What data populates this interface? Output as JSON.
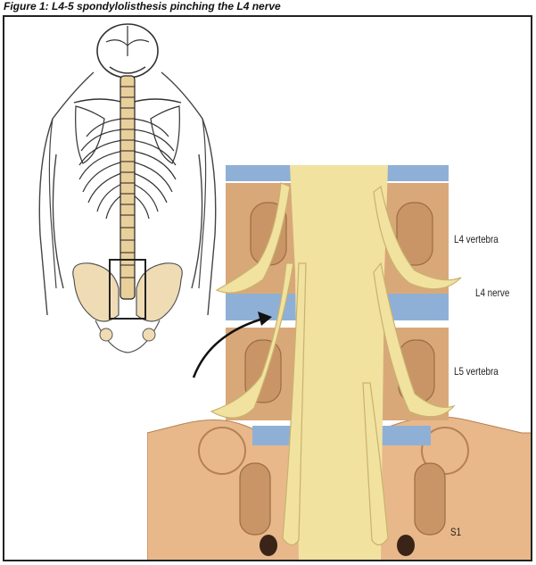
{
  "caption": "Figure 1: L4-5 spondylolisthesis pinching the L4 nerve",
  "labels": {
    "l4_vertebra": "L4 vertebra",
    "l4_nerve": "L4 nerve",
    "l5_vertebra": "L5 vertebra",
    "s1": "S1"
  },
  "colors": {
    "bone": "#d9a878",
    "bone_dark": "#b8855a",
    "disc": "#8fb0d6",
    "nerve": "#f1e2a0",
    "pelvis_light": "#f0dcb4",
    "skeleton_outline": "#333333"
  }
}
